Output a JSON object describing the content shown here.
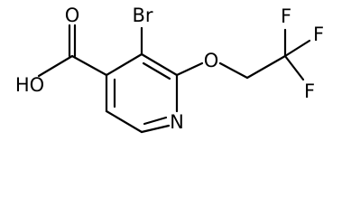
{
  "molecule": {
    "atoms": {
      "carbonyl_o": "O",
      "hydroxyl": "HO",
      "bromine": "Br",
      "ether_o": "O",
      "ring_n": "N",
      "fluorine_top_left": "F",
      "fluorine_top_right": "F",
      "fluorine_bottom": "F"
    }
  }
}
